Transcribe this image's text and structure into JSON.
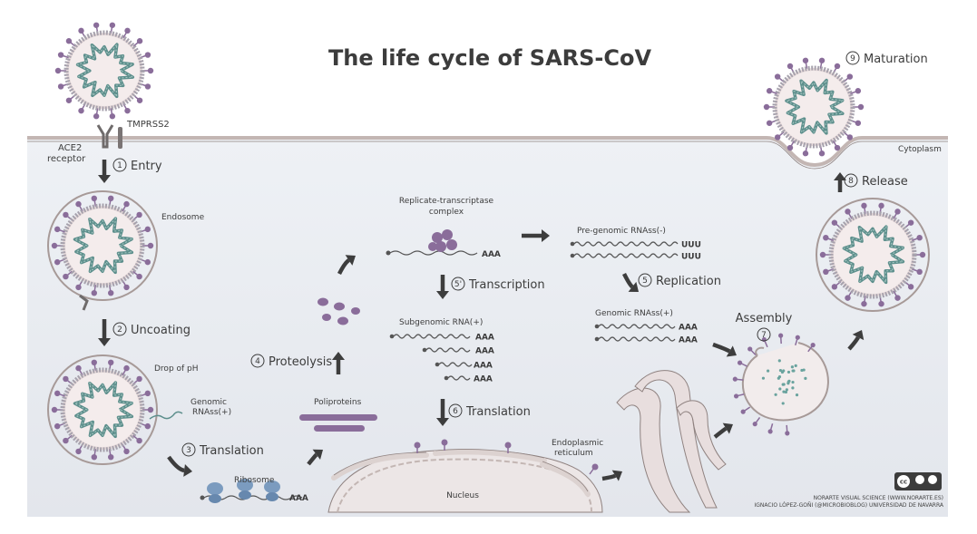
{
  "title": "The life cycle of SARS-CoV",
  "labels": {
    "tmprss2": "TMPRSS2",
    "ace2_line1": "ACE2",
    "ace2_line2": "receptor",
    "cytoplasm": "Cytoplasm",
    "endosome": "Endosome",
    "drop_ph": "Drop of pH",
    "genomic_line1": "Genomic",
    "genomic_line2": "RNAss(+)",
    "ribosome": "Ribosome",
    "poliproteins": "Poliproteins",
    "rtc_line1": "Replicate-transcriptase",
    "rtc_line2": "complex",
    "subgenomic": "Subgenomic RNA(+)",
    "pregenomic": "Pre-genomic RNAss(-)",
    "genomic_plus": "Genomic RNAss(+)",
    "er_line1": "Endoplasmic",
    "er_line2": "reticulum",
    "nucleus": "Nucleus",
    "aaa": "AAA",
    "uuu": "UUU"
  },
  "steps": [
    {
      "num": "1",
      "label": "Entry"
    },
    {
      "num": "2",
      "label": "Uncoating"
    },
    {
      "num": "3",
      "label": "Translation"
    },
    {
      "num": "4",
      "label": "Proteolysis"
    },
    {
      "num": "5'",
      "label": "Transcription"
    },
    {
      "num": "5",
      "label": "Replication"
    },
    {
      "num": "6",
      "label": "Translation"
    },
    {
      "num": "7",
      "label": "Assembly"
    },
    {
      "num": "8",
      "label": "Release"
    },
    {
      "num": "9",
      "label": "Maturation"
    }
  ],
  "credits": {
    "license": "cc",
    "line1": "NORARTE VISUAL SCIENCE (WWW.NORARTE.ES)",
    "line2": "IGNACIO LÓPEZ-GOÑI (@MICROBIOBLOG) UNIVERSIDAD DE NAVARRA"
  },
  "colors": {
    "cytoplasm_top": "#f2f4f7",
    "cytoplasm_bottom": "#dfe3ea",
    "membrane": "#b8a9a6",
    "virion_fill": "#f1e6e6",
    "virion_ring": "#a7a2ad",
    "spike": "#8a6d9a",
    "rna": "#5d8f8c",
    "ribosome": "#7b9bbf",
    "protein": "#8a6d9a",
    "arrow": "#3d3d3d"
  }
}
